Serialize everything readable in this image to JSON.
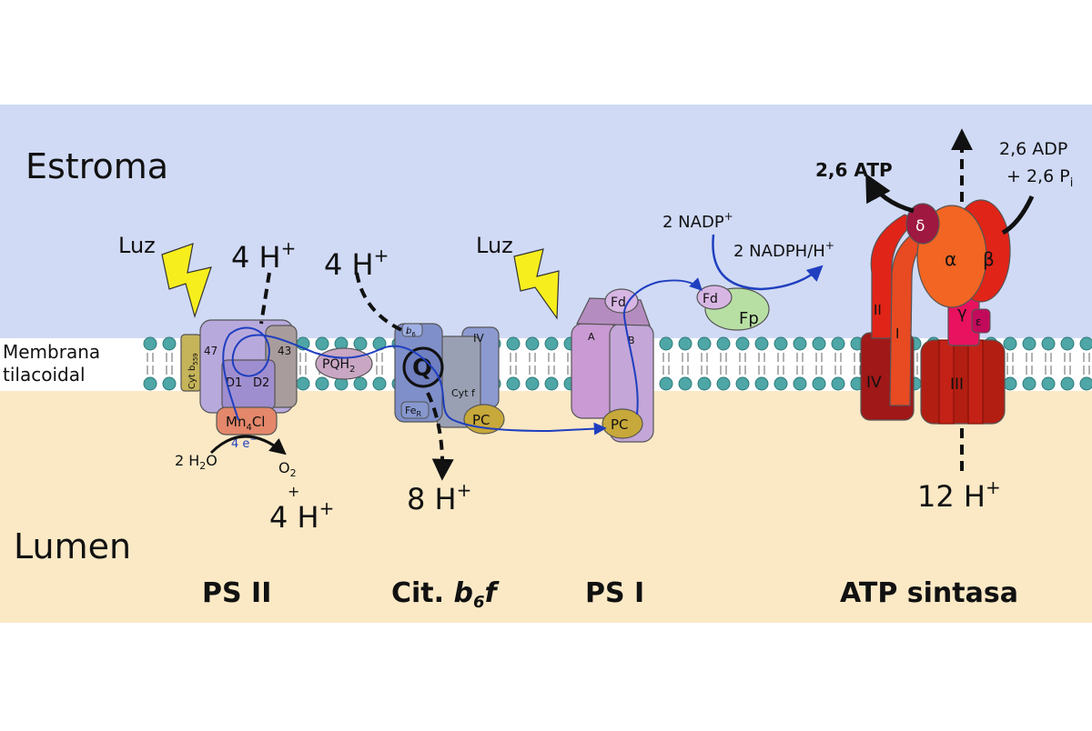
{
  "regions": {
    "stroma": "Estroma",
    "lumen": "Lumen",
    "membrane_line1": "Membrana",
    "membrane_line2": "tilacoidal"
  },
  "light": {
    "left": "Luz",
    "right": "Luz"
  },
  "protons": {
    "h": "4 H",
    "sup": "+",
    "psii_stroma": "4 H",
    "cyt_stroma": "4 H",
    "cyt_lumen": "8 H",
    "psii_lumen": "4 H",
    "atp_lumen": "12 H"
  },
  "psii": {
    "cyt_b559": "Cyt b",
    "cyt_b559_sub": "559",
    "p47": "47",
    "p43": "43",
    "d1": "D1",
    "d2": "D2",
    "mn_cluster": "Mn",
    "mn_sub": "4",
    "mn_cl": "Cl",
    "electrons": "4 e",
    "electrons_sup": "−",
    "water": "2 H",
    "water_sub": "2",
    "water_o": "O",
    "oxygen": "O",
    "oxygen_sub": "2",
    "plus": "+"
  },
  "pq": {
    "label": "PQH",
    "sub": "2"
  },
  "cyt": {
    "b6": "b",
    "b6_sub": "6",
    "iv": "IV",
    "q": "Q",
    "fe": "Fe",
    "fe_sub": "R",
    "cyt_f": "Cyt f",
    "pc": "PC"
  },
  "psi": {
    "fd": "Fd",
    "a": "A",
    "b": "B",
    "pc": "PC"
  },
  "fnr": {
    "fd": "Fd",
    "fp": "Fp",
    "nadp": "2 NADP",
    "nadp_sup": "+",
    "nadph": "2 NADPH/H",
    "nadph_sup": "+"
  },
  "atp": {
    "atp_out": "2,6 ATP",
    "adp_line1": "2,6 ADP",
    "adp_line2": "+ 2,6 P",
    "adp_sub": "i",
    "alpha": "α",
    "beta": "β",
    "gamma": "γ",
    "delta": "δ",
    "epsilon": "ε",
    "ii": "II",
    "i": "I",
    "iv": "IV",
    "iii": "III"
  },
  "complex_labels": {
    "psii": "PS II",
    "cyt_prefix": "Cit. ",
    "cyt_b": "b",
    "cyt_sub": "6",
    "cyt_f": "f",
    "psi": "PS I",
    "atp": "ATP sintasa"
  },
  "colors": {
    "stroma": "#d0daf5",
    "lumen": "#fbe9c6",
    "lipid_head": "#4ea6a6",
    "psii": "#b8a9dd",
    "cyt": "#7f8fc9",
    "psi": "#c99ad3",
    "fnr": "#b7dfa3",
    "pc": "#c7a83a",
    "mn": "#e4876a",
    "atp_red": "#e02418",
    "atp_orange": "#f26522",
    "atp_dark": "#b21e12",
    "bolt": "#f7ee1e",
    "electron_path": "#1f3fbf"
  }
}
